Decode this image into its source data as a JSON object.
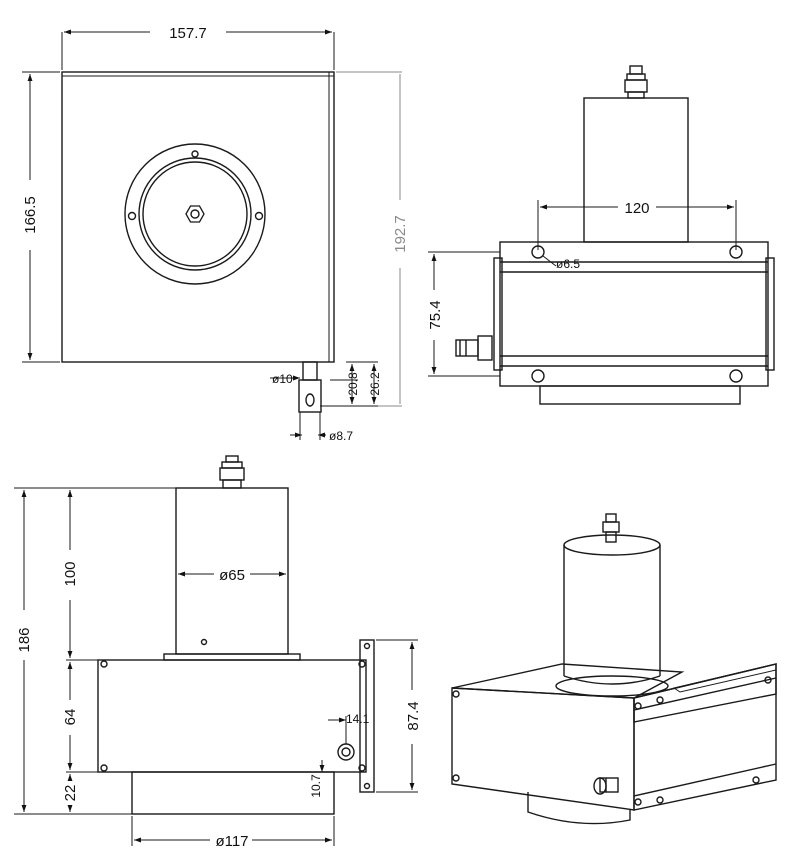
{
  "dimensions": {
    "top_width": "157.7",
    "top_height": "166.5",
    "total_depth": "192.7",
    "shaft_dia": "ø10",
    "hole_dia_small": "ø8.7",
    "offset_20": "20.8",
    "offset_26": "26.2",
    "hole_spacing": "120",
    "mount_hole": "ø6.5",
    "side_height": "75.4",
    "total_height": "186",
    "cyl_height": "100",
    "cyl_dia": "ø65",
    "body_height": "64",
    "base_height": "22",
    "flange_height": "87.4",
    "outlet_offset_x": "14.1",
    "outlet_offset_y": "10.7",
    "base_dia": "ø117"
  },
  "colors": {
    "line": "#1a1a1a",
    "dim_gray": "#8a8a8a",
    "background": "#ffffff"
  }
}
